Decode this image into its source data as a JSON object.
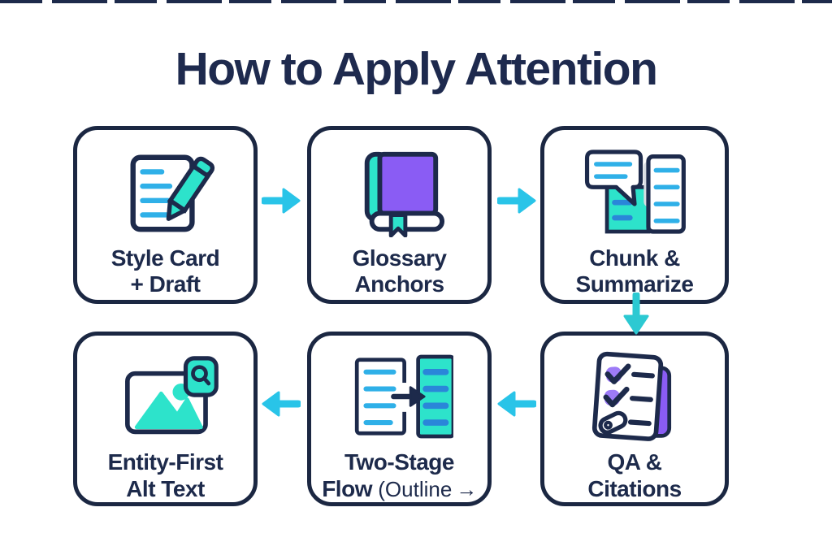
{
  "title": "How to Apply Attention",
  "colors": {
    "navy": "#1d2a4b",
    "teal": "#2de3cb",
    "purple": "#8a5cf4",
    "light_purple": "#9d7bf7",
    "cyan_line": "#2fb0e8",
    "blue_line": "#2a86d9",
    "arrow_cyan": "#29c4e8",
    "arrow_teal": "#2cc9d2",
    "fold_gray": "#d7dbe2",
    "background": "#ffffff"
  },
  "boxes": [
    {
      "name": "style-card-draft",
      "icon": "document-pencil",
      "line1": "Style Card",
      "line2": "+ Draft"
    },
    {
      "name": "glossary-anchors",
      "icon": "book",
      "line1": "Glossary",
      "line2": "Anchors"
    },
    {
      "name": "chunk-summarize",
      "icon": "page-speech-bubble",
      "line1": "Chunk &",
      "line2": "Summarize"
    },
    {
      "name": "qa-citations",
      "icon": "checklist-paperclip",
      "line1": "QA &",
      "line2": "Citations"
    },
    {
      "name": "two-stage-flow",
      "icon": "page-to-page-arrow",
      "line1": "Two-Stage",
      "line2_bold": "Flow",
      "line2_light": "(Outline",
      "line2_arrow": "→"
    },
    {
      "name": "entity-first-alt-text",
      "icon": "image-alt-badge",
      "line1": "Entity-First",
      "line2": "Alt Text"
    }
  ],
  "arrows": [
    {
      "name": "arrow-style-to-glossary",
      "direction": "right"
    },
    {
      "name": "arrow-glossary-to-chunk",
      "direction": "right"
    },
    {
      "name": "arrow-chunk-to-qa",
      "direction": "down"
    },
    {
      "name": "arrow-qa-to-twostage",
      "direction": "left"
    },
    {
      "name": "arrow-twostage-to-entity",
      "direction": "left"
    }
  ]
}
